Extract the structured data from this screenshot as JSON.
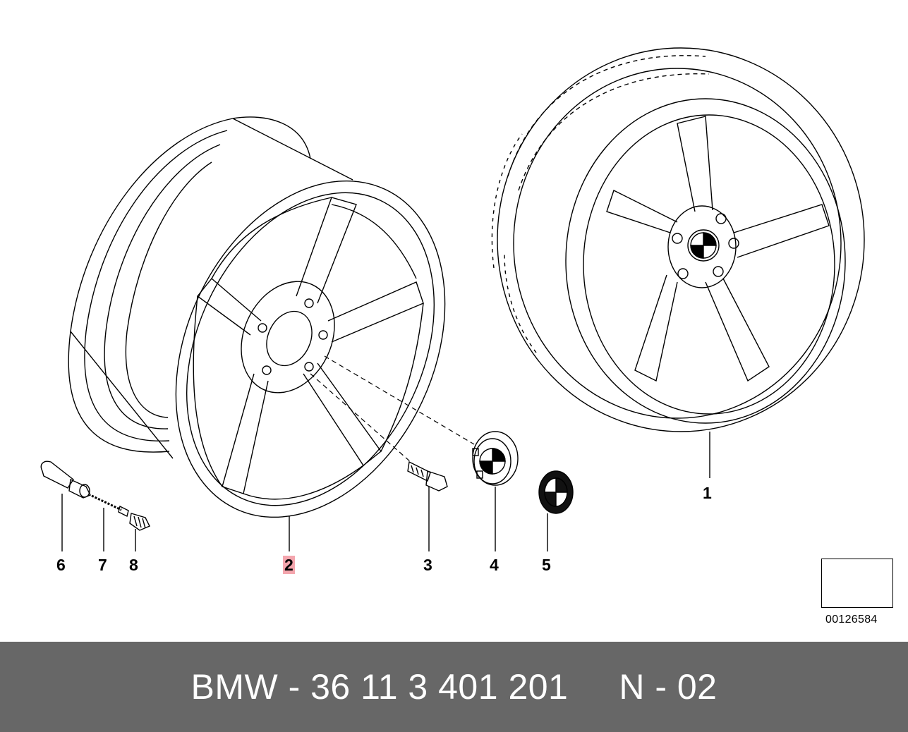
{
  "diagram": {
    "callouts": {
      "c1": "1",
      "c2": "2",
      "c3": "3",
      "c4": "4",
      "c5": "5",
      "c6": "6",
      "c7": "7",
      "c8": "8"
    },
    "highlight_color": "#f4a6ae",
    "reference_number": "00126584"
  },
  "footer": {
    "text": "BMW - 36 11 3 401 201     N - 02",
    "background": "#676767"
  }
}
